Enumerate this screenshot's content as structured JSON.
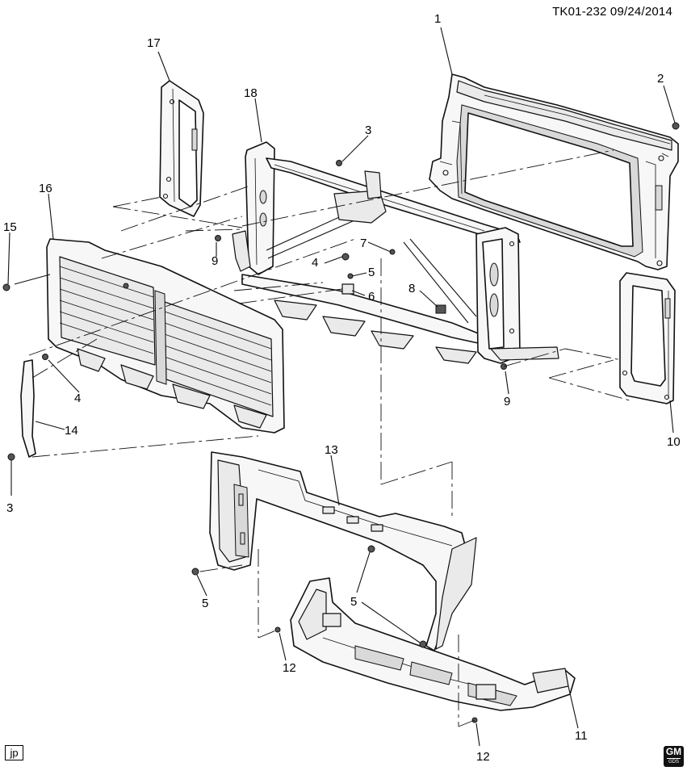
{
  "header": {
    "code": "TK01-232",
    "date": "09/24/2014"
  },
  "footer": {
    "author_initials": "jp",
    "logo_text": "GM",
    "logo_subtext": "GDS"
  },
  "callouts": {
    "c1": "1",
    "c2": "2",
    "c3a": "3",
    "c3b": "3",
    "c4a": "4",
    "c4b": "4",
    "c5a": "5",
    "c5b": "5",
    "c5c": "5",
    "c6": "6",
    "c7": "7",
    "c8": "8",
    "c9a": "9",
    "c9b": "9",
    "c10": "10",
    "c11": "11",
    "c12a": "12",
    "c12b": "12",
    "c13": "13",
    "c14": "14",
    "c15": "15",
    "c16": "16",
    "c17": "17",
    "c18": "18"
  }
}
